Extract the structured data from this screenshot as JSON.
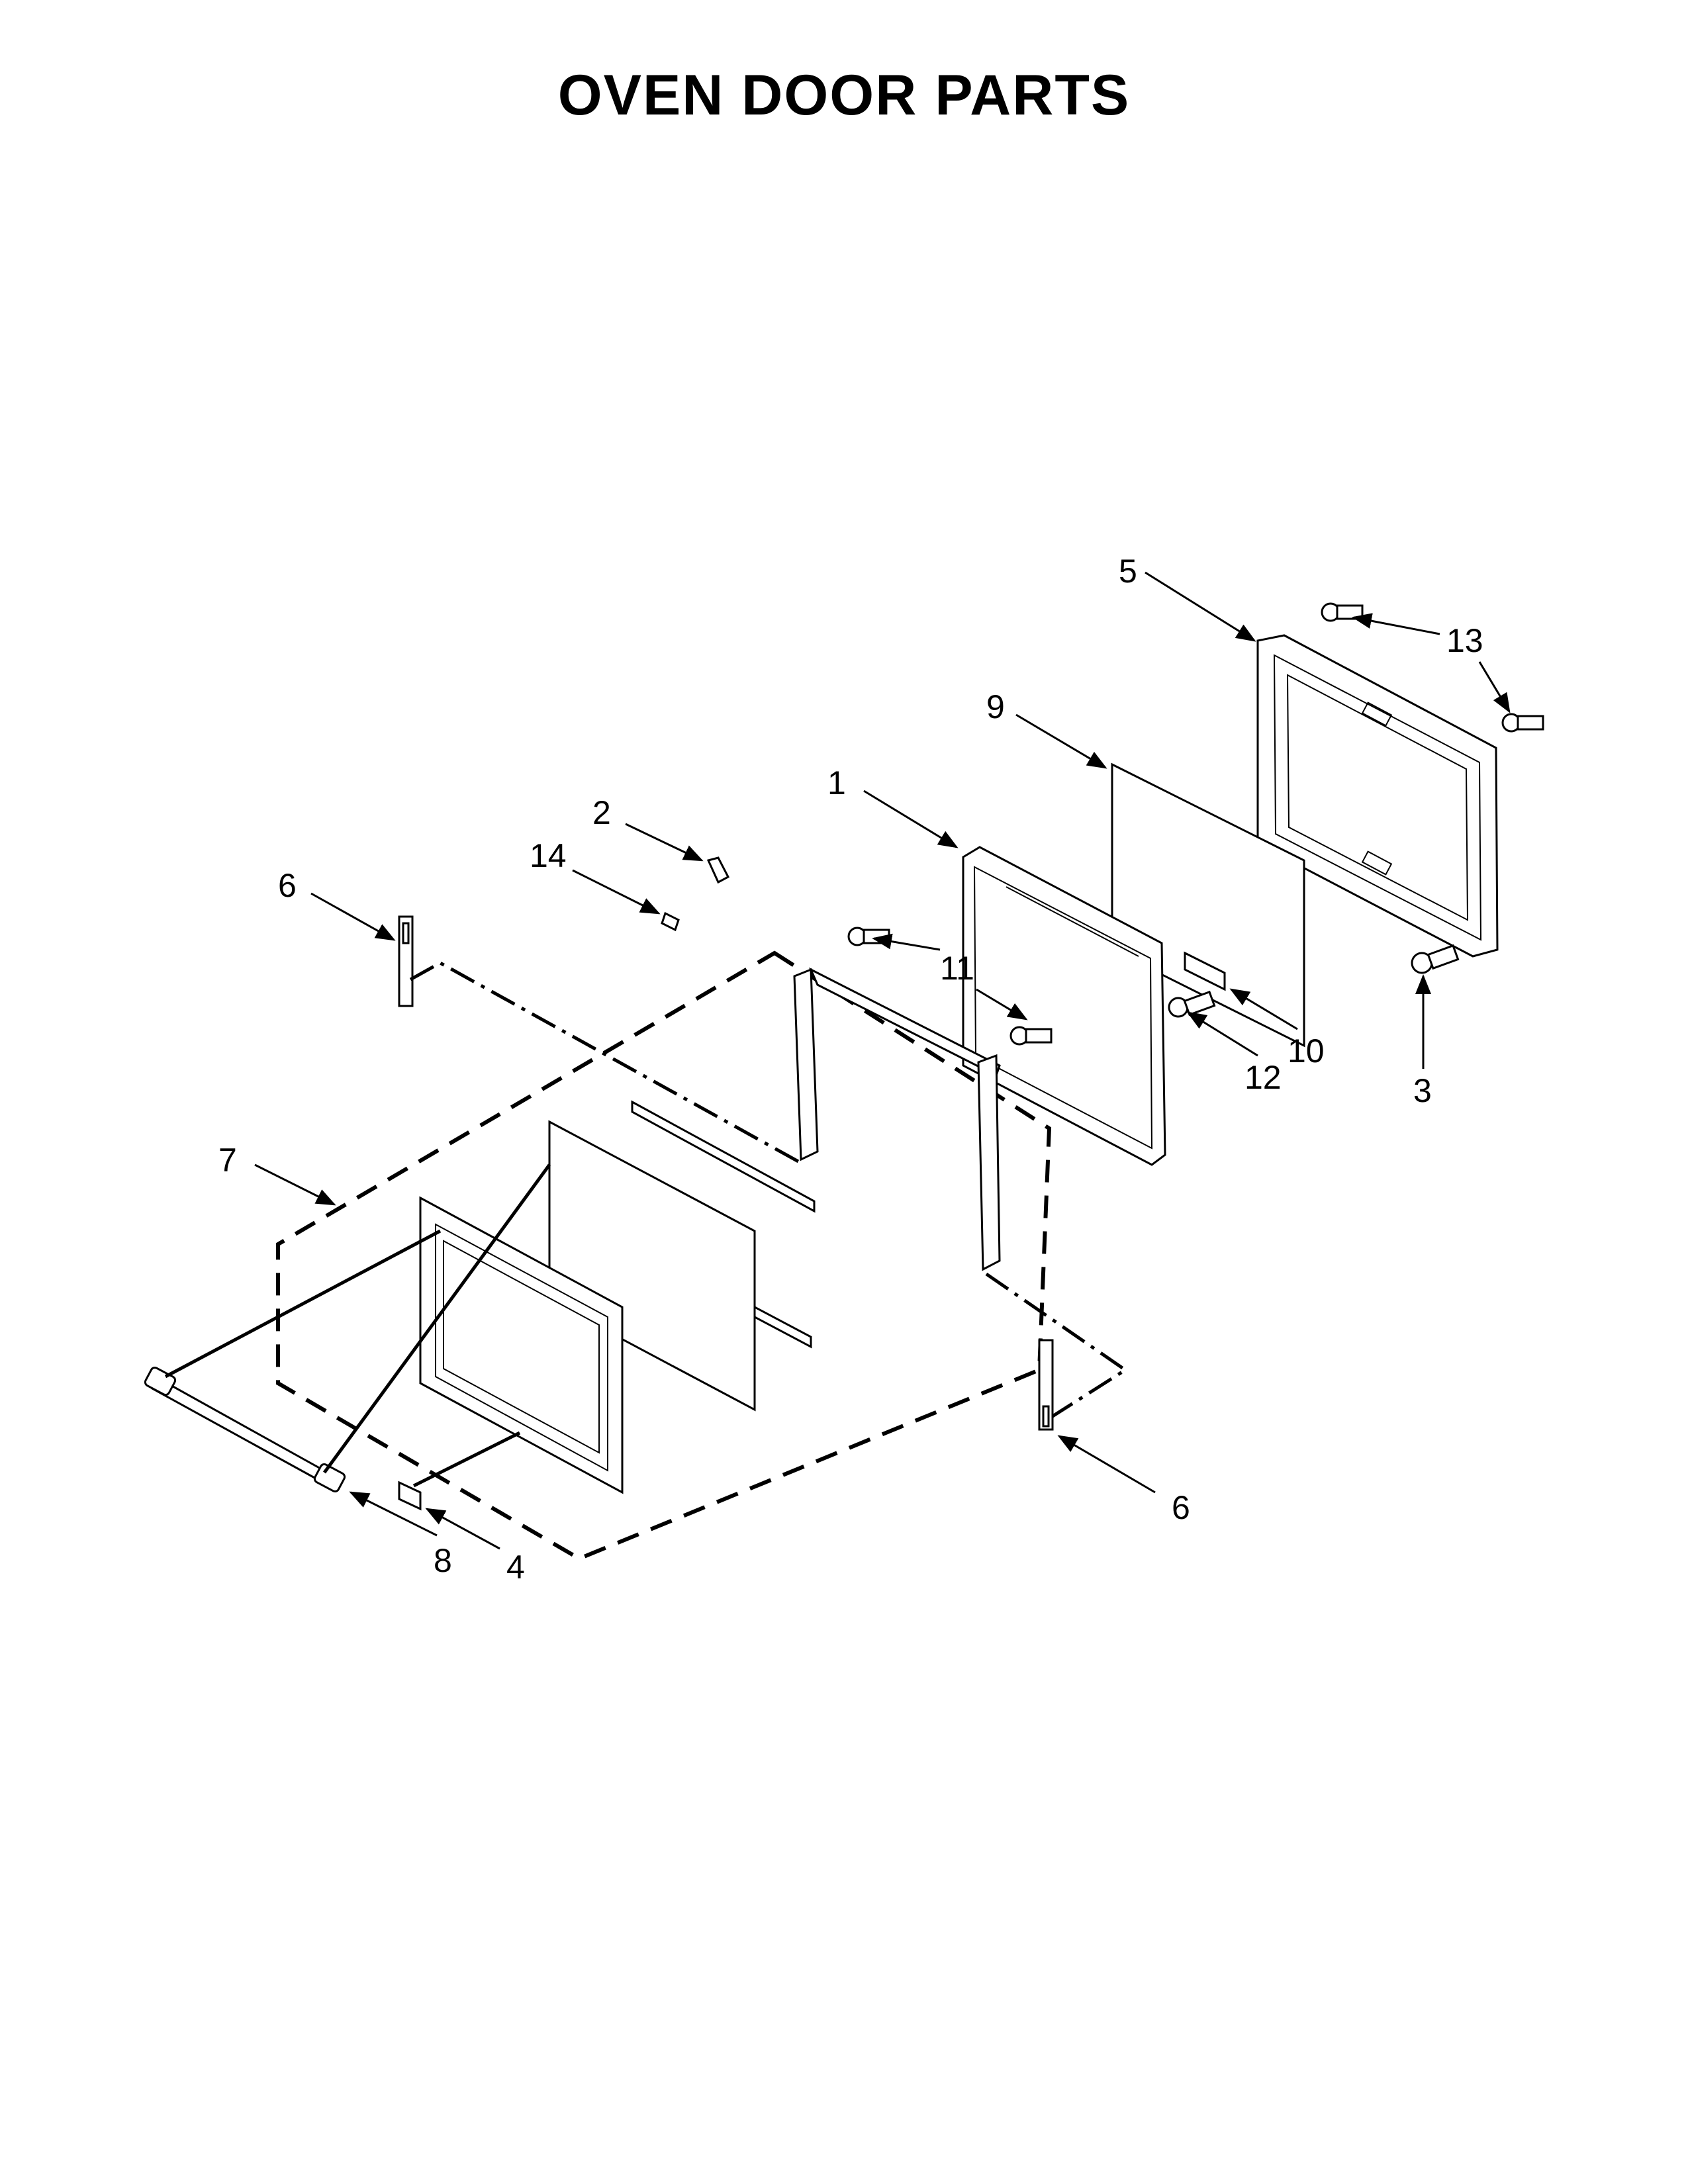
{
  "title": "OVEN DOOR PARTS",
  "callouts": [
    {
      "id": "c1",
      "label": "1"
    },
    {
      "id": "c2",
      "label": "2"
    },
    {
      "id": "c3",
      "label": "3"
    },
    {
      "id": "c4",
      "label": "4"
    },
    {
      "id": "c5",
      "label": "5"
    },
    {
      "id": "c6a",
      "label": "6"
    },
    {
      "id": "c6b",
      "label": "6"
    },
    {
      "id": "c7",
      "label": "7"
    },
    {
      "id": "c8",
      "label": "8"
    },
    {
      "id": "c9",
      "label": "9"
    },
    {
      "id": "c10",
      "label": "10"
    },
    {
      "id": "c11",
      "label": "11"
    },
    {
      "id": "c12",
      "label": "12"
    },
    {
      "id": "c13",
      "label": "13"
    },
    {
      "id": "c14",
      "label": "14"
    }
  ]
}
